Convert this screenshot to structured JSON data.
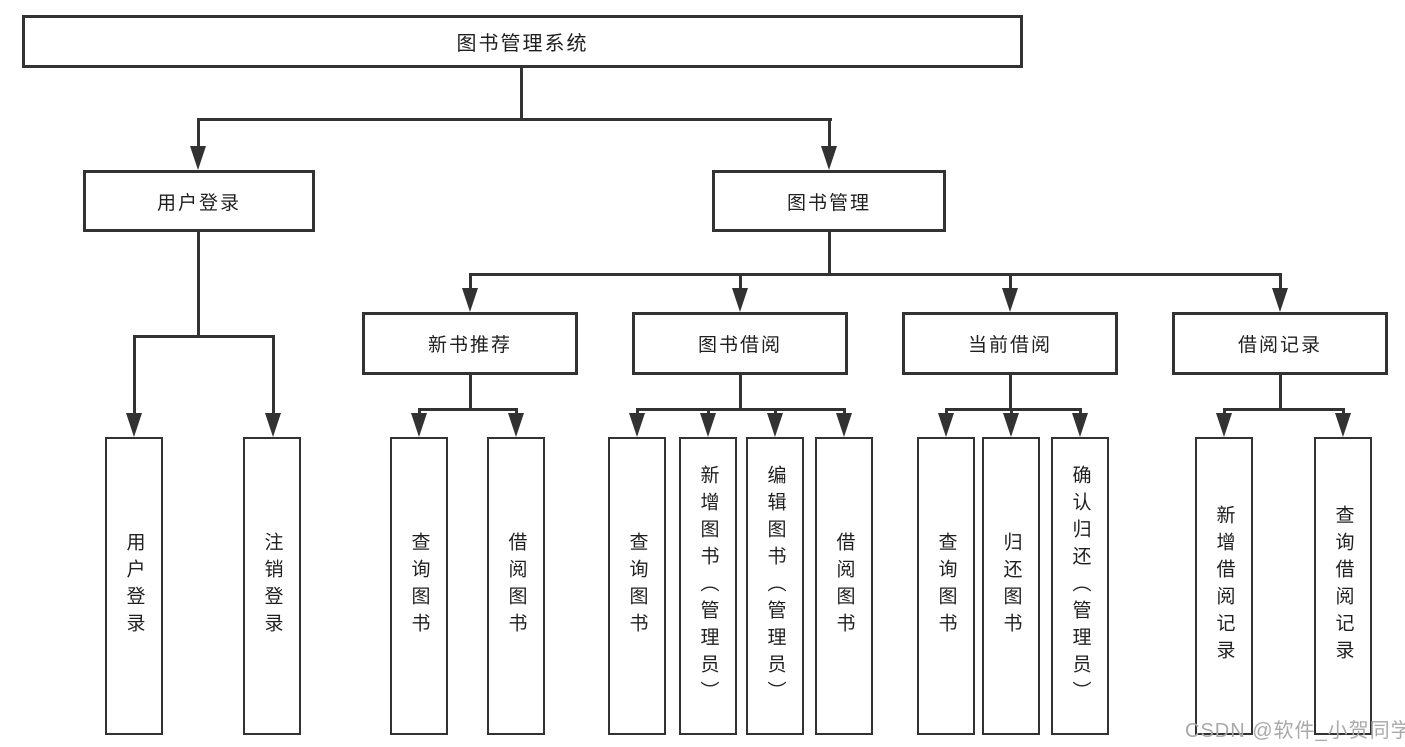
{
  "tree": {
    "label": "图书管理系统",
    "children": [
      {
        "label": "用户登录",
        "children": [
          {
            "label": "用户登录"
          },
          {
            "label": "注销登录"
          }
        ]
      },
      {
        "label": "图书管理",
        "children": [
          {
            "label": "新书推荐",
            "children": [
              {
                "label": "查询图书"
              },
              {
                "label": "借阅图书"
              }
            ]
          },
          {
            "label": "图书借阅",
            "children": [
              {
                "label": "查询图书"
              },
              {
                "label": "新增图书（管理员）"
              },
              {
                "label": "编辑图书（管理员）"
              },
              {
                "label": "借阅图书"
              }
            ]
          },
          {
            "label": "当前借阅",
            "children": [
              {
                "label": "查询图书"
              },
              {
                "label": "归还图书"
              },
              {
                "label": "确认归还（管理员）"
              }
            ]
          },
          {
            "label": "借阅记录",
            "children": [
              {
                "label": "新增借阅记录"
              },
              {
                "label": "查询借阅记录"
              }
            ]
          }
        ]
      }
    ]
  },
  "watermark": {
    "text": "CSDN @软件_小贺同学"
  },
  "colors": {
    "line": "#323232",
    "text": "#1f1f1f",
    "watermark": "#a9a9a9",
    "background": "#ffffff"
  }
}
